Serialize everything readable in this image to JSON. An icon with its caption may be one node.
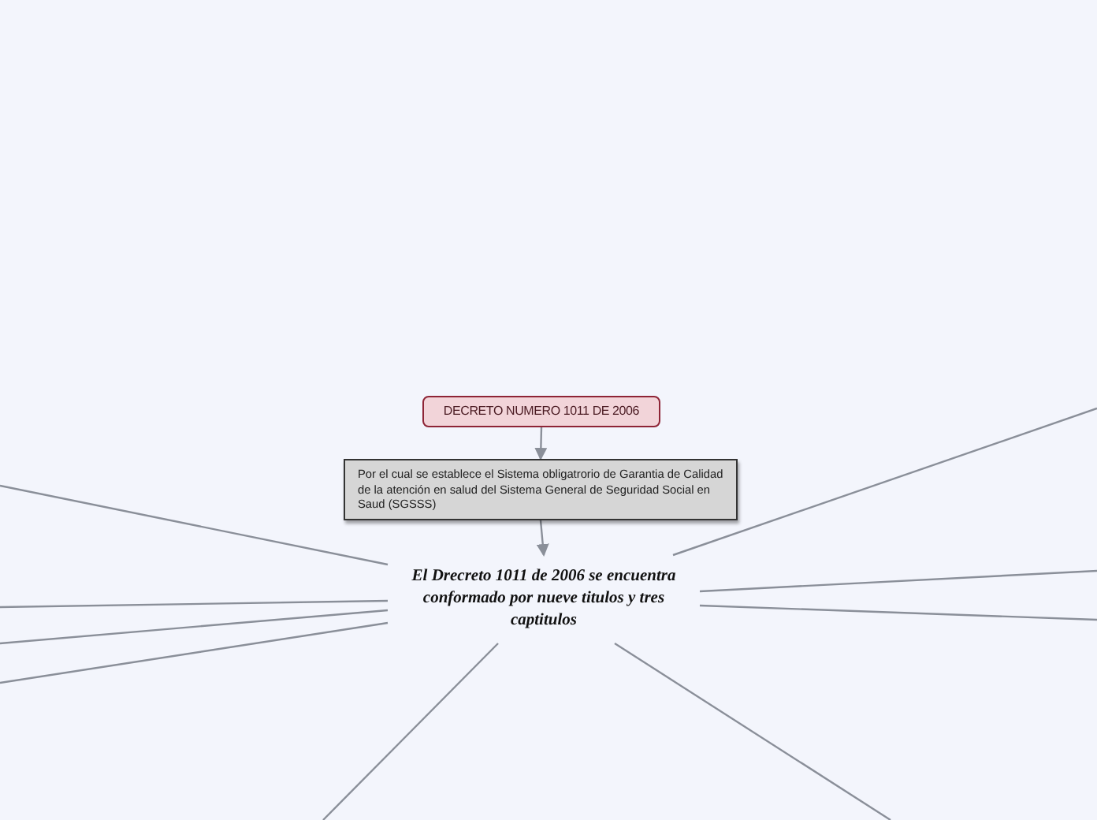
{
  "diagram": {
    "nodes": [
      {
        "text": [
          "DECRETO  NUMERO 1011 DE 2006"
        ]
      },
      {
        "text": [
          "Por el cual se establece el Sistema obligatrorio de Garantia de Calidad de la atención en salud del Sistema General de Seguridad Social en Saud (SGSSS)"
        ]
      },
      {
        "text": [
          "El Drecreto 1011 de 2006 se encuentra conformado por nueve titulos y tres captitulos"
        ]
      }
    ],
    "edges": [
      {
        "from": 0,
        "to": 1,
        "arrow": "to"
      },
      {
        "from": 1,
        "to": 2,
        "arrow": "to"
      },
      {
        "from": 2,
        "to": null,
        "arrow": "none"
      },
      {
        "from": 2,
        "to": null,
        "arrow": "none"
      },
      {
        "from": 2,
        "to": null,
        "arrow": "none"
      },
      {
        "from": 2,
        "to": null,
        "arrow": "none"
      },
      {
        "from": 2,
        "to": null,
        "arrow": "none"
      },
      {
        "from": 2,
        "to": null,
        "arrow": "none"
      },
      {
        "from": 2,
        "to": null,
        "arrow": "none"
      },
      {
        "from": 2,
        "to": null,
        "arrow": "none"
      },
      {
        "from": 2,
        "to": null,
        "arrow": "none"
      }
    ]
  }
}
